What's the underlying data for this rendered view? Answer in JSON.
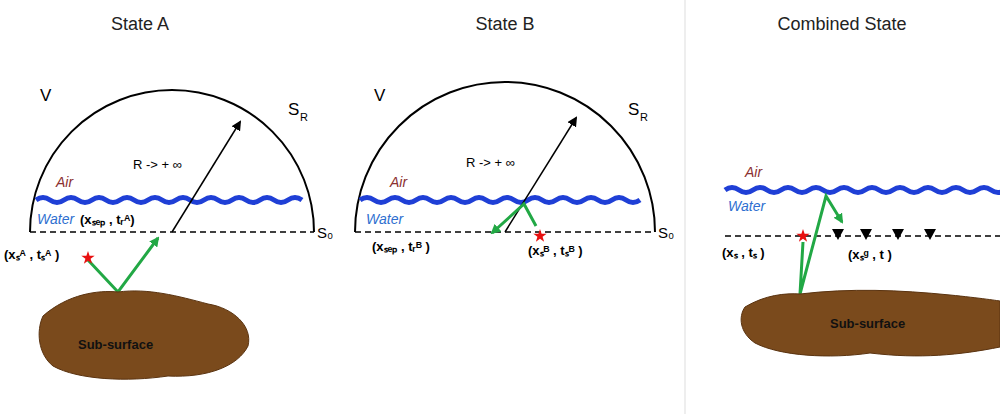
{
  "diagram": {
    "nodes": [
      {
        "text": [
          "Sub-surface"
        ]
      },
      {
        "text": [
          "Sub-surface"
        ]
      }
    ],
    "labels": [
      "State A",
      "V",
      "S",
      "R",
      "R -> + ∞",
      "Air",
      "Water",
      "(xₛₑₚ , tᵣᴬ)",
      "(xₛᴬ , tₛᴬ )",
      "S₀",
      "State B",
      "V",
      "S",
      "R",
      "R -> + ∞",
      "Air",
      "Water",
      "(xₛₑₚ , tᵣᴮ )",
      "(xₛᴮ , tₛᴮ )",
      "S₀",
      "Combined State",
      "Air",
      "Water",
      "(xₛ , tₛ )",
      "(xₛᵍ , t )"
    ]
  }
}
